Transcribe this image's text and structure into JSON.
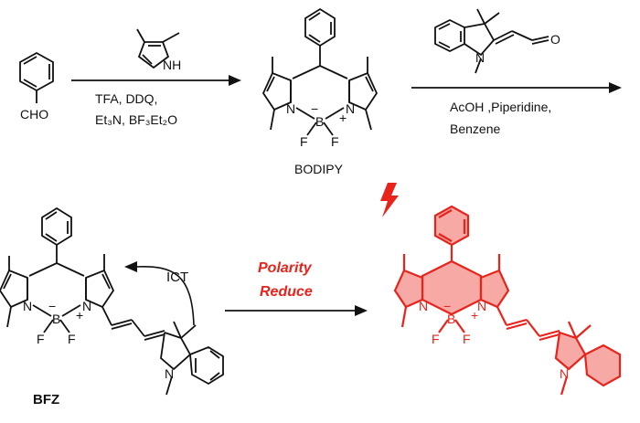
{
  "reagents": {
    "aldehyde": "CHO",
    "pyrrole_nh": "NH",
    "step1_line1": "TFA, DDQ,",
    "step1_line2": "Et₃N, BF₃Et₂O",
    "step2_line1": "AcOH ,Piperidine,",
    "step2_line2": "Benzene",
    "indole_n": "N",
    "carbonyl_o": "O"
  },
  "compounds": {
    "bodipy": "BODIPY",
    "bfz": "BFZ"
  },
  "atoms": {
    "n": "N",
    "b": "B",
    "f": "F",
    "minus": "−",
    "plus": "+"
  },
  "arrows": {
    "ict": "ICT",
    "polarity_line1": "Polarity",
    "polarity_line2": "Reduce"
  },
  "colors": {
    "highlight": "#e8231b",
    "ink": "#111111"
  }
}
